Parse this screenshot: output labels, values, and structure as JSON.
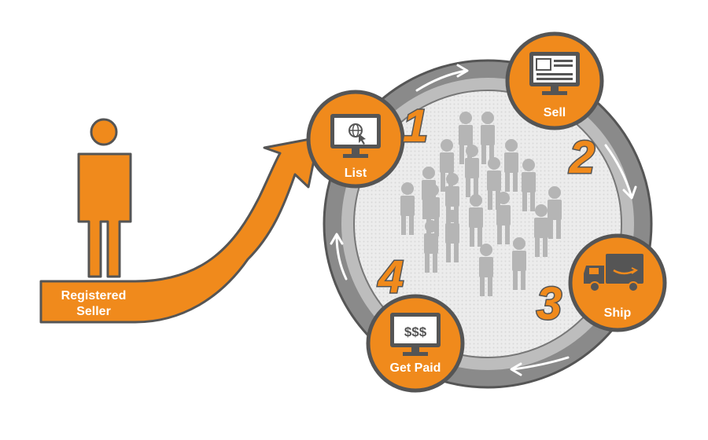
{
  "seller": {
    "label_line1": "Registered",
    "label_line2": "Seller"
  },
  "steps": [
    {
      "number": "1",
      "label": "List",
      "icon": "globe-monitor-icon"
    },
    {
      "number": "2",
      "label": "Sell",
      "icon": "webpage-monitor-icon"
    },
    {
      "number": "3",
      "label": "Ship",
      "icon": "delivery-truck-icon"
    },
    {
      "number": "4",
      "label": "Get Paid",
      "icon": "money-monitor-icon"
    }
  ],
  "money_glyph": "$$$",
  "colors": {
    "orange": "#f08a1c",
    "gray": "#555555",
    "ring": "#8a8a8a",
    "crowd": "#b5b5b5"
  }
}
